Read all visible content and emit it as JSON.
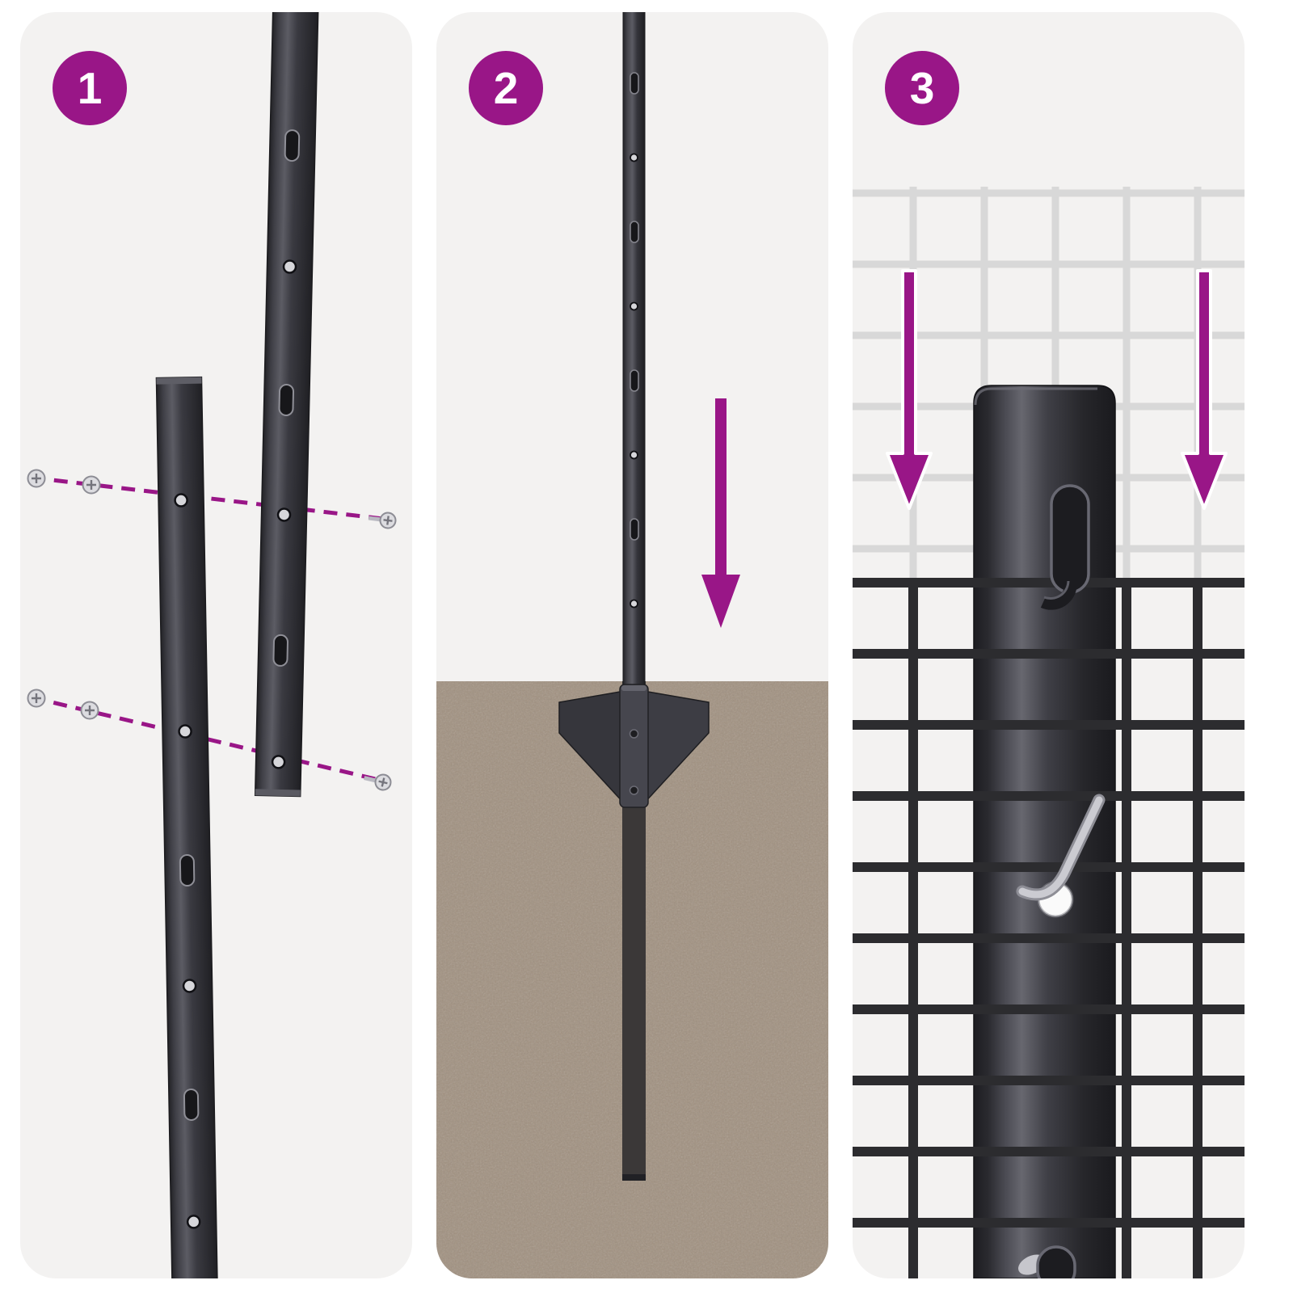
{
  "colors": {
    "canvas": "#ffffff",
    "panelBg": "#f3f2f1",
    "accent": "#991687",
    "badgeText": "#ffffff",
    "postDark": "#323238",
    "meshLight": "#d8d8d8",
    "meshDark": "#2c2c2f",
    "ground": "#a59584",
    "screwSilver": "#dcdce0",
    "wireSilver": "#cbcbd1",
    "holeLight": "#d6d6da"
  },
  "steps": [
    {
      "number": "1",
      "name": "align-posts-with-screws"
    },
    {
      "number": "2",
      "name": "drive-post-into-ground"
    },
    {
      "number": "3",
      "name": "hang-mesh-panel-on-post"
    }
  ]
}
